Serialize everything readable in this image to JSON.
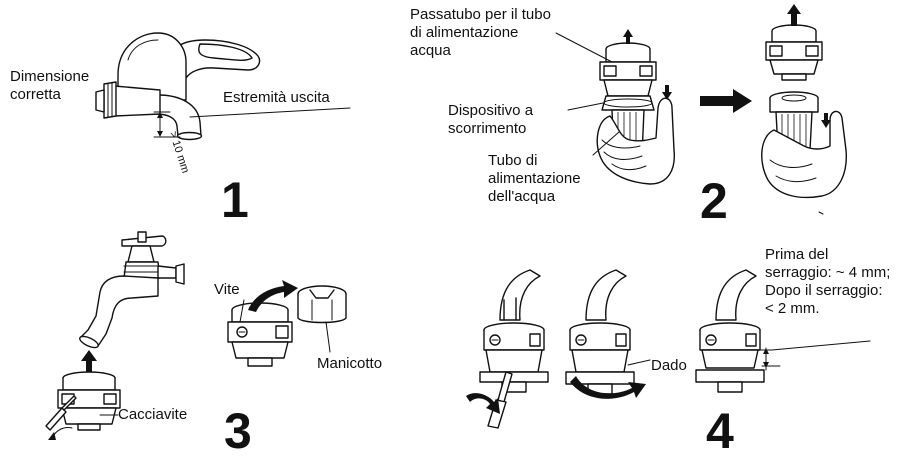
{
  "figure1": {
    "step": "1",
    "label_size": "Dimensione\ncorretta",
    "label_outlet": "Estremità uscita",
    "label_gap": "> 10 mm"
  },
  "figure2": {
    "step": "2",
    "label_adapter": "Passatubo per il tubo\ndi alimentazione\nacqua",
    "label_slider": "Dispositivo a\nscorrimento",
    "label_hose": "Tubo di\nalimentazione\ndell'acqua"
  },
  "figure3": {
    "step": "3",
    "label_screw": "Vite",
    "label_sleeve": "Manicotto",
    "label_screwdriver": "Cacciavite"
  },
  "figure4": {
    "step": "4",
    "label_nut": "Dado",
    "label_tighten": "Prima del\nserraggio: ~ 4 mm;\nDopo il serraggio:\n< 2 mm."
  },
  "colors": {
    "line": "#111111",
    "background": "#ffffff"
  },
  "icons": [
    "faucet-icon",
    "hand-icon",
    "adapter-icon",
    "screwdriver-icon",
    "sleeve-icon",
    "hose-icon",
    "arrow-icon"
  ]
}
